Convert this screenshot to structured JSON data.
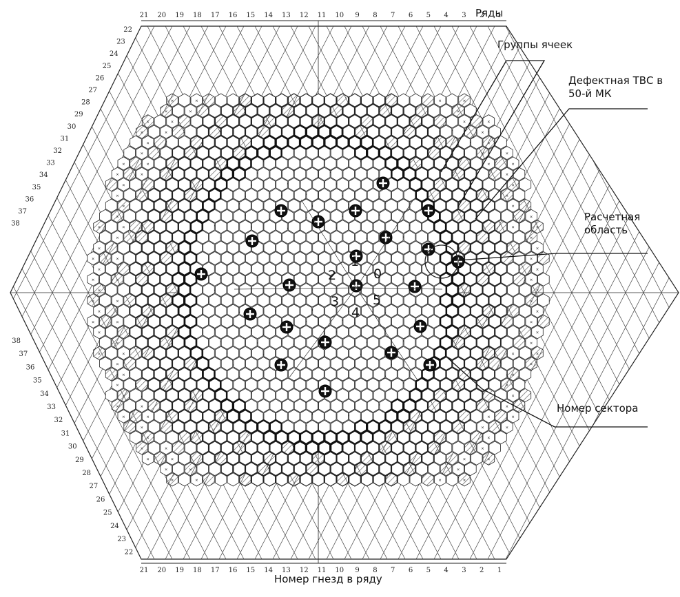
{
  "labels": {
    "rows": "Ряды",
    "cell_groups": "Группы ячеек",
    "defective_fa": "Дефектная ТВС в\n50-й МК",
    "calc_region": "Расчетная\nобласть",
    "sector_number": "Номер сектора",
    "socket_number": "Номер гнезд в ряду"
  },
  "top_scale": [
    "21",
    "20",
    "19",
    "18",
    "17",
    "16",
    "15",
    "14",
    "13",
    "12",
    "11",
    "10",
    "9",
    "8",
    "7",
    "6",
    "5",
    "4",
    "3",
    "2",
    "1"
  ],
  "bottom_scale": [
    "21",
    "20",
    "19",
    "18",
    "17",
    "16",
    "15",
    "14",
    "13",
    "12",
    "11",
    "10",
    "9",
    "8",
    "7",
    "6",
    "5",
    "4",
    "3",
    "2",
    "1"
  ],
  "upper_left_scale": [
    "22",
    "23",
    "24",
    "25",
    "26",
    "27",
    "28",
    "29",
    "30",
    "31",
    "32",
    "33",
    "34",
    "35",
    "36",
    "37",
    "38"
  ],
  "lower_left_scale": [
    "38",
    "37",
    "36",
    "35",
    "34",
    "33",
    "32",
    "31",
    "30",
    "29",
    "28",
    "27",
    "26",
    "25",
    "24",
    "23",
    "22"
  ],
  "sectors": [
    "0",
    "1",
    "2",
    "3",
    "4",
    "5"
  ],
  "colors": {
    "line": "#222222",
    "hatch": "#555555",
    "cell_fill": "#ffffff",
    "heavy": "#111111"
  }
}
